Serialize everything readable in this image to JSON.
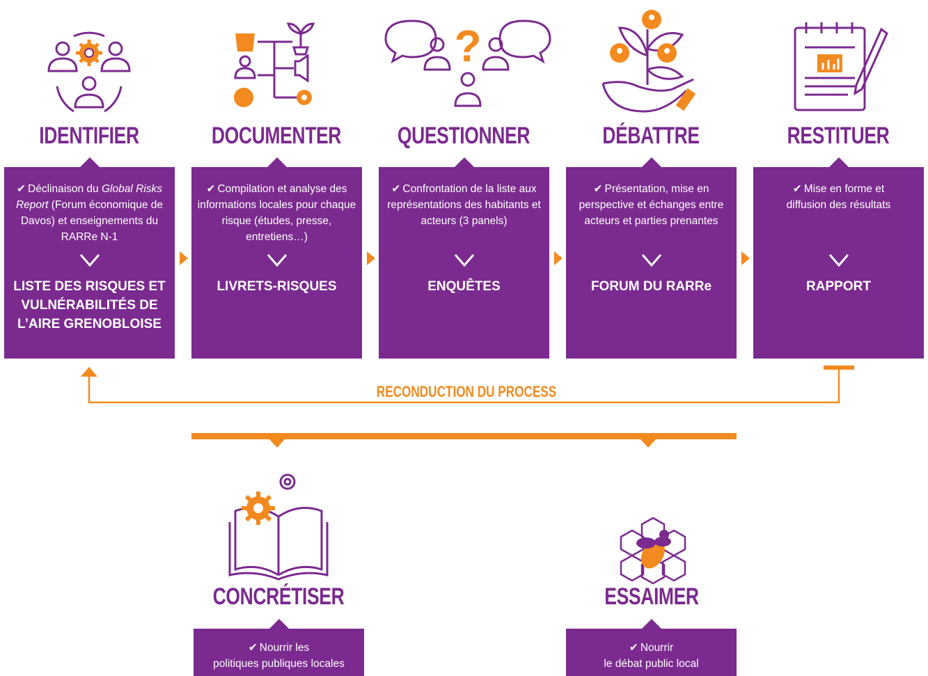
{
  "colors": {
    "purple": "#7b2a8f",
    "orange": "#f28a1f"
  },
  "steps": [
    {
      "icon": "people-gear-icon",
      "title": "IDENTIFIER",
      "desc_pre": "Déclinaison du ",
      "desc_italic": "Global Risks Report",
      "desc_post": " (Forum économique de Davos) et enseignements du RARRe N-1",
      "output": "LISTE DES RISQUES ET VULNÉRABILITÉS DE L’AIRE GRENOBLOISE"
    },
    {
      "icon": "documentation-network-icon",
      "title": "DOCUMENTER",
      "desc": "Compilation et analyse des informations locales pour chaque risque (études, presse, entretiens…)",
      "output": "LIVRETS-RISQUES"
    },
    {
      "icon": "question-people-icon",
      "title": "QUESTIONNER",
      "desc": "Confrontation de la liste aux représentations des habitants et acteurs (3 panels)",
      "output": "ENQUÊTES"
    },
    {
      "icon": "hand-plant-people-icon",
      "title": "DÉBATTRE",
      "desc": "Présentation, mise en perspective et échanges entre acteurs et parties prenantes",
      "output": "FORUM DU RARRe"
    },
    {
      "icon": "notepad-report-icon",
      "title": "RESTITUER",
      "desc": "Mise en forme et diffusion des résultats",
      "output": "RAPPORT"
    }
  ],
  "loop_label": "RECONDUCTION DU PROCESS",
  "outcomes": [
    {
      "icon": "book-gears-icon",
      "title": "CONCRÉTISER",
      "line1": "Nourrir les",
      "line2": "politiques publiques locales"
    },
    {
      "icon": "bee-honeycomb-icon",
      "title": "ESSAIMER",
      "line1": "Nourrir",
      "line2": "le débat public local"
    }
  ]
}
